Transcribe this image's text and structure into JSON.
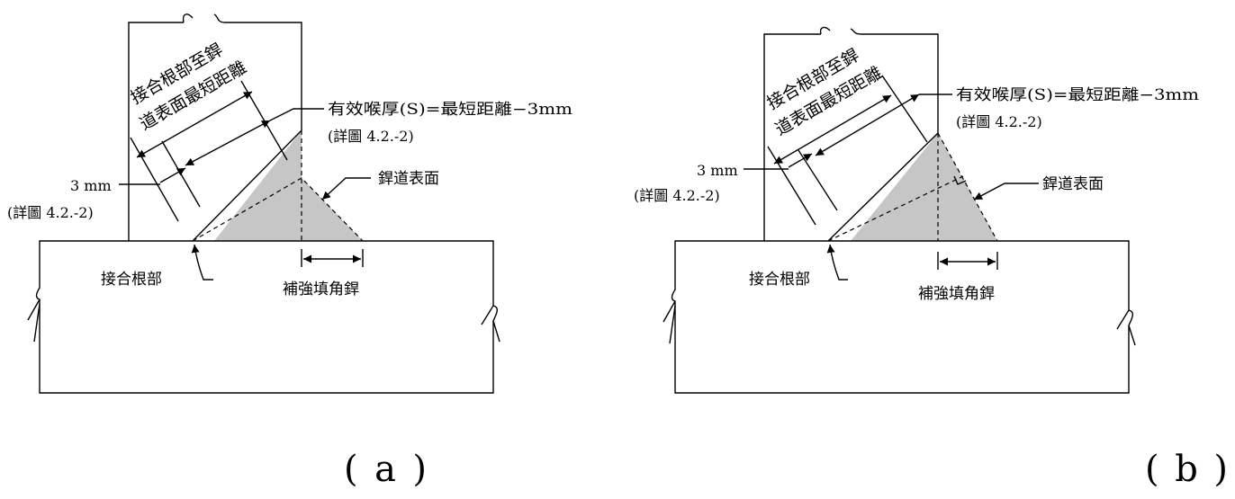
{
  "figures": [
    {
      "id": "a",
      "caption": "( a )",
      "labels": {
        "distance_line1": "接合根部至銲",
        "distance_line2": "道表面最短距離",
        "throat": "有效喉厚(S)=最短距離−3mm",
        "throat_ref": "(詳圖 4.2.-2)",
        "gap": "3 mm",
        "gap_ref": "(詳圖 4.2.-2)",
        "weld_face": "銲道表面",
        "root": "接合根部",
        "reinforcing": "補強填角銲"
      }
    },
    {
      "id": "b",
      "caption": "( b )",
      "labels": {
        "distance_line1": "接合根部至銲",
        "distance_line2": "道表面最短距離",
        "throat": "有效喉厚(S)=最短距離−3mm",
        "throat_ref": "(詳圖 4.2.-2)",
        "gap": "3 mm",
        "gap_ref": "(詳圖 4.2.-2)",
        "weld_face": "銲道表面",
        "root": "接合根部",
        "reinforcing": "補強填角銲"
      }
    }
  ],
  "colors": {
    "weld_fill": "#c6c6c6",
    "line": "#000000"
  }
}
